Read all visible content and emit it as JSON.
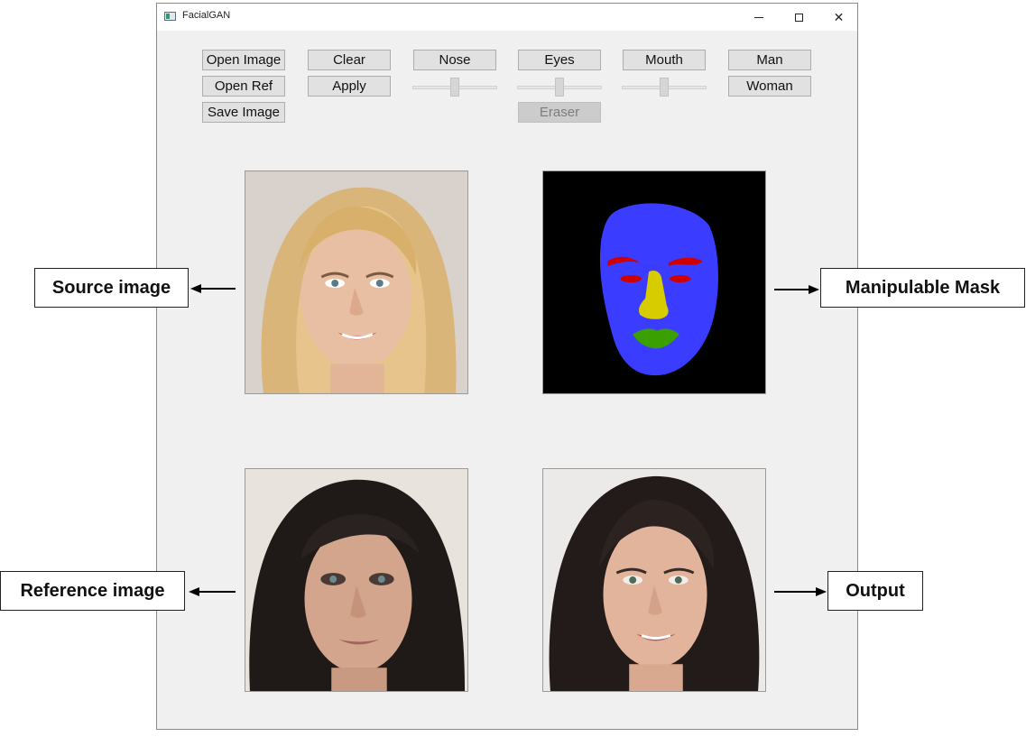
{
  "window": {
    "title": "FacialGAN",
    "icons": {
      "app": "app-window-icon",
      "minimize": "minimize-icon",
      "maximize": "maximize-icon",
      "close": "close-icon"
    },
    "close_glyph": "✕"
  },
  "toolbar": {
    "open_image": "Open Image",
    "open_ref": "Open Ref",
    "save_image": "Save Image",
    "clear": "Clear",
    "apply": "Apply",
    "nose": "Nose",
    "eyes": "Eyes",
    "mouth": "Mouth",
    "eraser": "Eraser",
    "man": "Man",
    "woman": "Woman"
  },
  "sliders": {
    "nose": {
      "value": 0.5
    },
    "eyes": {
      "value": 0.5
    },
    "mouth": {
      "value": 0.5
    }
  },
  "images": {
    "source": "source-face-photo",
    "mask": "segmentation-mask",
    "reference": "reference-face-photo",
    "output": "output-face-photo"
  },
  "mask_colors": {
    "background": "#000000",
    "skin": "#3a3dff",
    "brows": "#d10000",
    "eyes": "#d10000",
    "nose": "#d6cc00",
    "lips": "#3aa000"
  },
  "callouts": {
    "source": "Source image",
    "mask": "Manipulable Mask",
    "reference": "Reference image",
    "output": "Output"
  }
}
